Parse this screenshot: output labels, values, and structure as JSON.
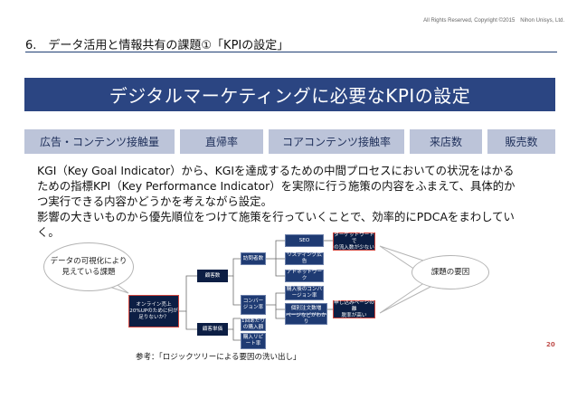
{
  "header": {
    "copyright": "All Rights Reserved, Copyright ©2015　Nihon Unisys, Ltd.",
    "slide_title": "6.　データ活用と情報共有の課題①「KPIの設定」"
  },
  "banner": {
    "title": "デジタルマーケティングに必要なKPIの設定"
  },
  "kpi_chips": [
    {
      "label": "広告・コンテンツ接触量"
    },
    {
      "label": "直帰率"
    },
    {
      "label": "コアコンテンツ接触率"
    },
    {
      "label": "来店数"
    },
    {
      "label": "販売数"
    }
  ],
  "body": {
    "lines": [
      "KGI（Key Goal Indicator）から、KGIを達成するための中間プロセスにおいての状況をはかる",
      "ための指標KPI（Key Performance Indicator）を実際に行う施策の内容をふまえて、具体的か",
      "つ実行できる内容かどうかを考えながら設定。",
      "影響の大きいものから優先順位をつけて施策を行っていくことで、効率的にPDCAをまわしてい",
      "く。"
    ]
  },
  "callouts": {
    "left": [
      "データの可視化により",
      "見えている課題"
    ],
    "right": "課題の要因"
  },
  "logic_tree": {
    "root": [
      "オンライン売上",
      "20%UPのために何が",
      "足りないか？"
    ],
    "level1": [
      "顧客数",
      "顧客単価"
    ],
    "level2": [
      "訪問者数",
      "コンバージョン率",
      "1回あたりの購入額",
      "購入リピート率"
    ],
    "level3": [
      "SEO",
      "リスティング広告",
      "アドネットワーク",
      "購入後のコンバージョン率",
      "個別注文数増",
      "ページなどがわかり"
    ],
    "problem_a": [
      "ターゲットワードで",
      "の流入数が少ない"
    ],
    "problem_b": [
      "申し込みページの離",
      "脱率が高い"
    ]
  },
  "footer": {
    "reference": "参考：「ロジックツリーによる要因の洗い出し」",
    "page_number": "20"
  },
  "colors": {
    "banner": "#2b4582",
    "chip_bg": "#bcc4d9",
    "rule": "#1f3e73",
    "node": "#1f3b73",
    "problem_border": "#d0453d",
    "page_number": "#c0504d"
  }
}
